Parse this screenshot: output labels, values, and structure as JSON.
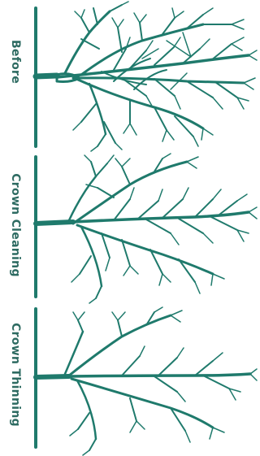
{
  "style": {
    "ink": "#1f7a6c",
    "label_color": "#2e6b62"
  },
  "panels": [
    {
      "label": "Before"
    },
    {
      "label": "Crown Cleaning"
    },
    {
      "label": "Crown Thinning"
    }
  ]
}
